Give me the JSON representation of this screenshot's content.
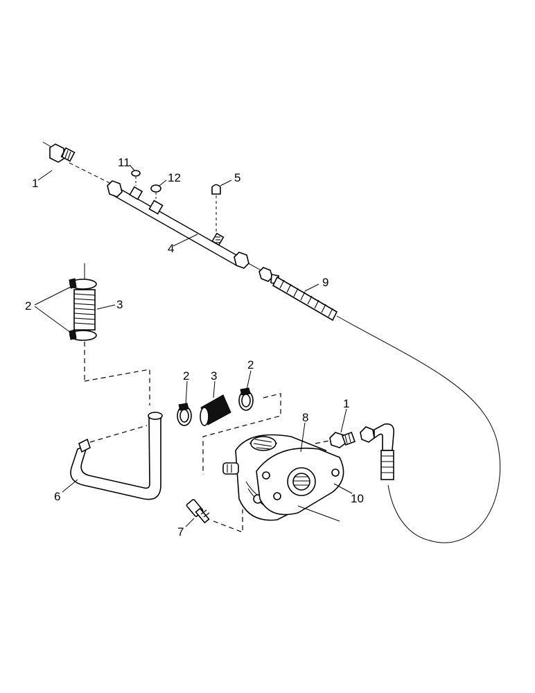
{
  "callouts": {
    "c1_top": "1",
    "c11": "11",
    "c12": "12",
    "c5": "5",
    "c4": "4",
    "c9": "9",
    "c2_left": "2",
    "c3_left": "3",
    "c2_mid_a": "2",
    "c3_mid": "3",
    "c2_mid_b": "2",
    "c8": "8",
    "c1_right": "1",
    "c6": "6",
    "c7": "7",
    "c10": "10"
  },
  "icons": [
    "fitting-icon",
    "pipe-icon",
    "hose-clamp-icon",
    "hose-icon",
    "cap-icon",
    "washer-icon",
    "bolt-icon",
    "pump-icon",
    "gasket-icon",
    "cable-icon"
  ]
}
